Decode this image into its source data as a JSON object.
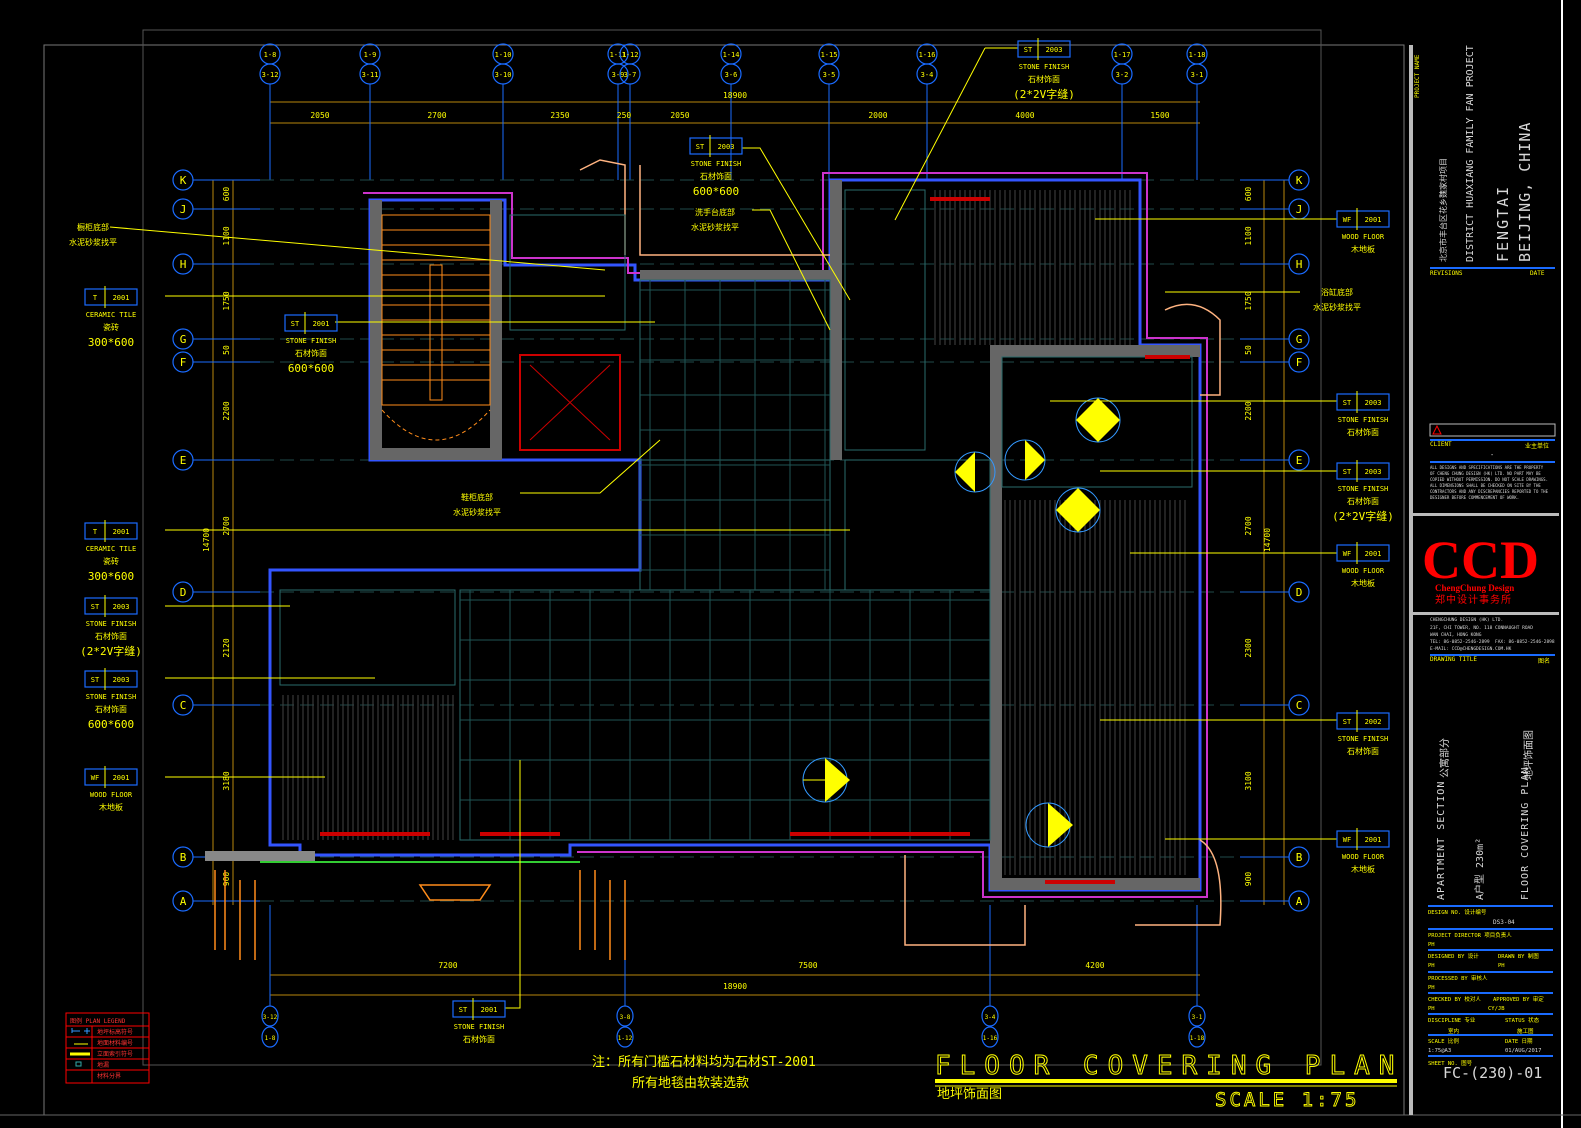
{
  "drawing": {
    "title": "FLOOR COVERING PLAN",
    "title_cn": "地坪饰面图",
    "scale": "SCALE 1:75",
    "note_line1": "注：所有门槛石材料均为石材ST-2001",
    "note_line2": "所有地毯由软装选款"
  },
  "grid": {
    "top_axes": [
      {
        "upper": "1-8",
        "lower": "3-12"
      },
      {
        "upper": "1-9",
        "lower": "3-11"
      },
      {
        "upper": "1-10",
        "lower": "3-10"
      },
      {
        "upper": "1-11",
        "lower": "3-9"
      },
      {
        "upper": "1-12",
        "lower": "3-7"
      },
      {
        "upper": "1-14",
        "lower": "3-6"
      },
      {
        "upper": "1-15",
        "lower": "3-5"
      },
      {
        "upper": "1-16",
        "lower": "3-4"
      },
      {
        "upper": "1-17",
        "lower": "3-2"
      },
      {
        "upper": "1-18",
        "lower": "3-1"
      }
    ],
    "top_dims": [
      "2050",
      "2700",
      "2350",
      "250",
      "2050",
      "2000",
      "4000",
      "1500"
    ],
    "top_total": "18900",
    "bottom_axes": [
      {
        "upper": "1-8",
        "lower": "3-12"
      },
      {
        "upper": "1-12",
        "lower": "3-8"
      },
      {
        "upper": "1-16",
        "lower": "3-4"
      },
      {
        "upper": "1-18",
        "lower": "3-1"
      }
    ],
    "bottom_dims": [
      "7200",
      "7500",
      "4200"
    ],
    "bottom_total": "18900",
    "row_axes": [
      "K",
      "J",
      "H",
      "G",
      "F",
      "E",
      "D",
      "C",
      "B",
      "A"
    ],
    "left_dims": [
      "600",
      "1100",
      "1750",
      "50",
      "2200",
      "2700",
      "2120",
      "3180",
      "900"
    ],
    "right_dims": [
      "600",
      "1100",
      "1750",
      "50",
      "2200",
      "2700",
      "2300",
      "3100",
      "900"
    ],
    "total_height": "14700"
  },
  "callouts_left": [
    {
      "text1": "橱柜底部",
      "text2": "水泥砂浆找平"
    },
    {
      "code": "T",
      "num": "2001",
      "en": "CERAMIC TILE",
      "cn": "瓷砖",
      "size": "300*600"
    },
    {
      "code": "T",
      "num": "2001",
      "en": "CERAMIC TILE",
      "cn": "瓷砖",
      "size": "300*600"
    },
    {
      "code": "ST",
      "num": "2003",
      "en": "STONE FINISH",
      "cn": "石材饰面",
      "size": "(2*2V字缝)"
    },
    {
      "code": "ST",
      "num": "2003",
      "en": "STONE FINISH",
      "cn": "石材饰面",
      "size": "600*600"
    },
    {
      "code": "WF",
      "num": "2001",
      "en": "WOOD FLOOR",
      "cn": "木地板",
      "size": ""
    }
  ],
  "callouts_right": [
    {
      "code": "WF",
      "num": "2001",
      "en": "WOOD FLOOR",
      "cn": "木地板"
    },
    {
      "text1": "浴缸底部",
      "text2": "水泥砂浆找平"
    },
    {
      "code": "ST",
      "num": "2003",
      "en": "STONE FINISH",
      "cn": "石材饰面",
      "size": ""
    },
    {
      "code": "ST",
      "num": "2003",
      "en": "STONE FINISH",
      "cn": "石材饰面",
      "size": "(2*2V字缝)"
    },
    {
      "code": "WF",
      "num": "2001",
      "en": "WOOD FLOOR",
      "cn": "木地板"
    },
    {
      "code": "ST",
      "num": "2002",
      "en": "STONE FINISH",
      "cn": "石材饰面"
    },
    {
      "code": "WF",
      "num": "2001",
      "en": "WOOD FLOOR",
      "cn": "木地板"
    }
  ],
  "callouts_inner": {
    "stone_2001": {
      "code": "ST",
      "num": "2001",
      "en": "STONE FINISH",
      "cn": "石材饰面",
      "size": "600*600"
    },
    "stone_2003_top": {
      "code": "ST",
      "num": "2003",
      "en": "STONE FINISH",
      "cn": "石材饰面",
      "size": "600*600"
    },
    "stone_2003_upper_right": {
      "code": "ST",
      "num": "2003",
      "en": "STONE FINISH",
      "cn": "石材饰面",
      "size": "(2*2V字缝)"
    },
    "washbasin": {
      "text1": "洗手台底部",
      "text2": "水泥砂浆找平"
    },
    "shoe_cabinet": {
      "text1": "鞋柜底部",
      "text2": "水泥砂浆找平"
    },
    "stone_bottom": {
      "code": "ST",
      "num": "2001",
      "en": "STONE FINISH",
      "cn": "石材饰面"
    }
  },
  "legend": {
    "header": "图例 PLAN LEGEND",
    "rows": [
      "地坪标高符号",
      "地面材料编号",
      "立面索引符号",
      "地漏",
      "材料分界"
    ]
  },
  "title_block": {
    "project_name_label": "PROJECT NAME",
    "project_cn": "北京市丰台区花乡魏家村项目",
    "project_en": "DISTRICT HUAXIANG FAMILY FAN PROJECT",
    "location1": "FENGTAI",
    "location2": "BEIJING, CHINA",
    "revisions_label": "REVISIONS",
    "date_label": "DATE",
    "client_label": "CLIENT",
    "client_cn": "业主单位",
    "client_value": "-",
    "disclaimer": "ALL DESIGNS AND SPECIFICATIONS ARE THE PROPERTY OF CHENG CHUNG DESIGN (HK) LTD. NO PART MAY BE COPIED WITHOUT PERMISSION. DO NOT SCALE DRAWINGS. ALL DIMENSIONS SHALL BE CHECKED ON SITE BY THE CONTRACTORS AND ANY DISCREPANCIES REPORTED TO THE DESIGNER BEFORE COMMENCEMENT OF WORK.",
    "logo": "CCD",
    "logo_en": "ChengChung Design",
    "logo_cn": "郑中设计事务所",
    "company": "CHENGCHUNG DESIGN (HK) LTD.",
    "address1": "21F, CHI TOWER, NO. 118 CONNAUGHT ROAD",
    "address2": "WAN CHAI, HONG KONG",
    "phone": "TEL: 86-0852-2546-2899",
    "fax": "FAX: 86-0852-2546-2898",
    "email": "E-MAIL: CCD@CHENGDESIGN.COM.HK",
    "drawing_title_label": "DRAWING TITLE",
    "drawing_title_cn": "图名",
    "section": "APARTMENT SECTION",
    "section_cn": "公寓部分",
    "unit": "A户型 230m²",
    "plan_title": "FLOOR COVERING PLAN",
    "plan_title_cn": "地坪饰面图",
    "design_no_label": "DESIGN NO. 设计编号",
    "design_no": "DS3-04",
    "project_director_label": "PROJECT DIRECTOR 项目负责人",
    "project_director": "PH",
    "designed_by_label": "DESIGNED BY 设计",
    "drawn_by_label": "DRAWN BY 制图",
    "designed_by": "PH",
    "drawn_by": "PH",
    "processed_by_label": "PROCESSED BY 审核人",
    "processed_by": "PH",
    "checked_by_label": "CHECKED BY 校对人",
    "approved_by_label": "APPROVED BY 审定",
    "checked_by": "PH",
    "approved_by": "CY/JB",
    "discipline_label": "DISCIPLINE 专业",
    "status_label": "STATUS 状态",
    "discipline": "室内",
    "status": "施工图",
    "scale_label": "SCALE 比例",
    "date_label2": "DATE 日期",
    "scale": "1:75@A3",
    "date": "01/AUG/2017",
    "sheet_no_label": "SHEET NO. 图号",
    "sheet_no": "FC-(230)-01"
  }
}
